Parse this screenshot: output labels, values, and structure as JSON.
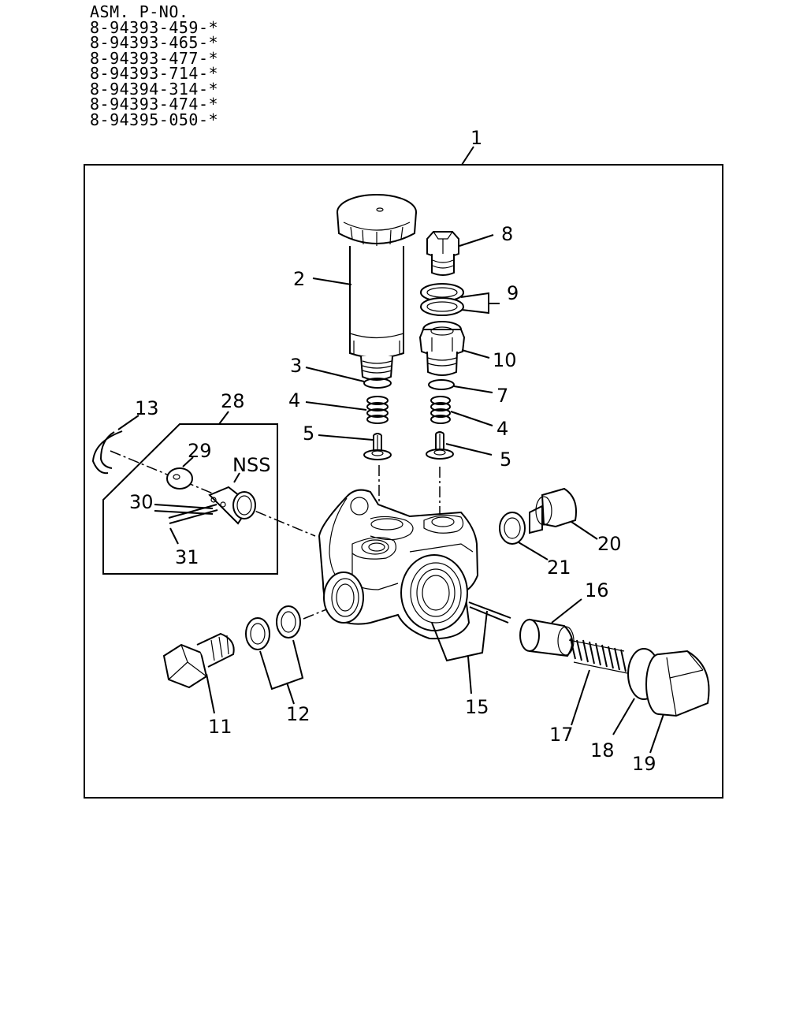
{
  "header": {
    "title": "ASM. P-NO.",
    "part_numbers": [
      "8-94393-459-*",
      "8-94393-465-*",
      "8-94393-477-*",
      "8-94393-714-*",
      "8-94394-314-*",
      "8-94393-474-*",
      "8-94395-050-*"
    ]
  },
  "callouts": {
    "c1": "1",
    "c2": "2",
    "c3": "3",
    "c4a": "4",
    "c4b": "4",
    "c5a": "5",
    "c5b": "5",
    "c7": "7",
    "c8": "8",
    "c9": "9",
    "c10": "10",
    "c11": "11",
    "c12": "12",
    "c13": "13",
    "c15": "15",
    "c16": "16",
    "c17": "17",
    "c18": "18",
    "c19": "19",
    "c20": "20",
    "c21": "21",
    "c28": "28",
    "c29": "29",
    "c30": "30",
    "c31": "31",
    "nss": "NSS"
  }
}
